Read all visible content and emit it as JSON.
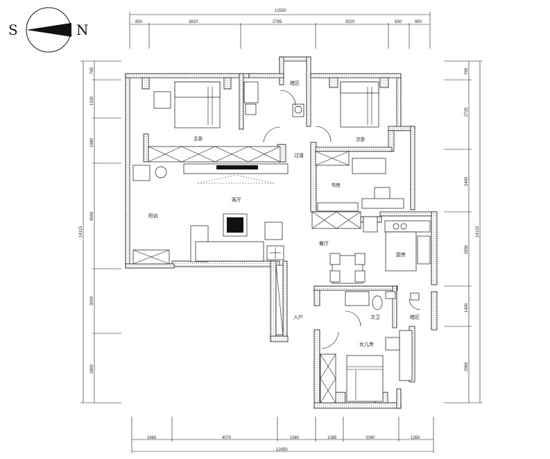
{
  "compass": {
    "south": "S",
    "north": "N"
  },
  "dimensions": {
    "top_total": "12530",
    "top_segments": [
      "850",
      "3810",
      "2785",
      "3020",
      "830",
      "950"
    ],
    "bottom_total": "12450",
    "bottom_segments": [
      "1665",
      "4070",
      "1560",
      "1085",
      "2040",
      "1350"
    ],
    "left_total": "14115",
    "left_segments": [
      "765",
      "1530",
      "1680",
      "4000",
      "3000",
      "2800"
    ],
    "right_total": "14115",
    "right_segments": [
      "765",
      "2725",
      "2400",
      "2830",
      "1400",
      "2965"
    ]
  },
  "rooms": {
    "master_bedroom": "主卧",
    "second_bedroom": "次卧",
    "storage_top": "暗区",
    "corridor": "过道",
    "study": "书房",
    "living_room": "客厅",
    "balcony": "阳台",
    "dining": "餐厅",
    "kitchen": "厨房",
    "entrance": "入户",
    "second_bath": "次卫",
    "storage_bottom": "暗区",
    "daughter_room": "女儿房"
  }
}
